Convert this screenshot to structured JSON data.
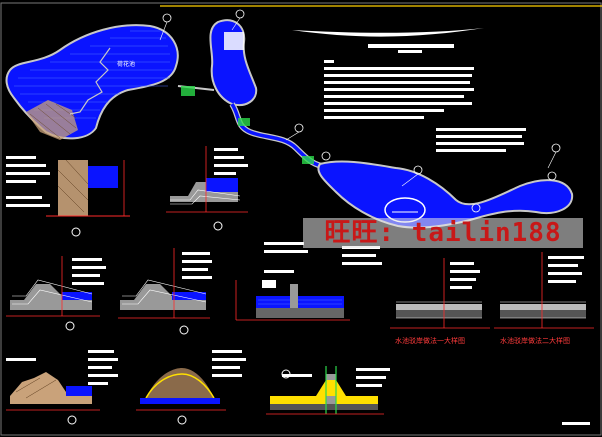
{
  "drawing": {
    "background": "#000000",
    "pond_fill": "#0a14ff",
    "edge_color": "#c8c8c8",
    "leader_color": "#ff2a2a",
    "note_color": "#ffffff",
    "accent_yellow": "#ffe000",
    "accent_green": "#2bd94a"
  },
  "plan": {
    "pond_label": "荷花池"
  },
  "watermark": {
    "text": "旺旺: tailin188",
    "color": "#c81818"
  },
  "details": {
    "caption_left": "水池驳岸做法一大样图",
    "caption_right": "水池驳岸做法二大样图"
  }
}
